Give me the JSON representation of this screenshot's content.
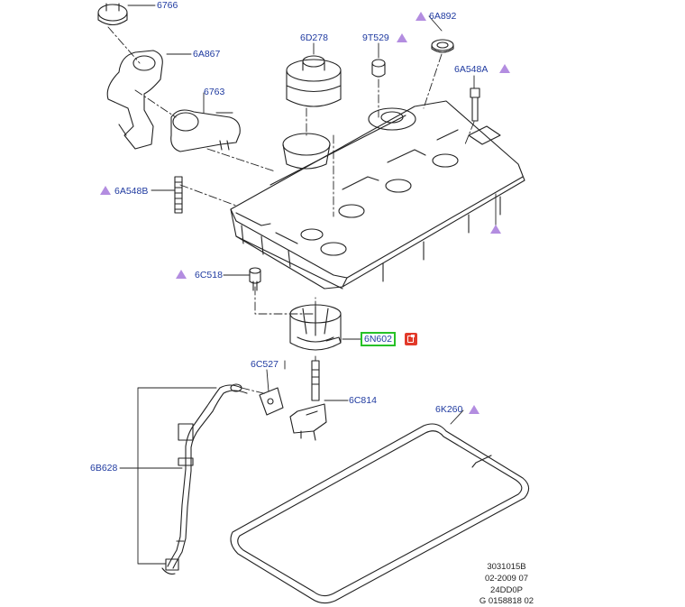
{
  "parts": [
    {
      "id": "p6766",
      "number": "6766"
    },
    {
      "id": "p6A867",
      "number": "6A867"
    },
    {
      "id": "p6D278",
      "number": "6D278"
    },
    {
      "id": "p9T529",
      "number": "9T529"
    },
    {
      "id": "p6A892",
      "number": "6A892"
    },
    {
      "id": "p6A548A",
      "number": "6A548A"
    },
    {
      "id": "p6763",
      "number": "6763"
    },
    {
      "id": "p6A548B",
      "number": "6A548B"
    },
    {
      "id": "p6C518",
      "number": "6C518"
    },
    {
      "id": "p6N602",
      "number": "6N602"
    },
    {
      "id": "p6C527",
      "number": "6C527"
    },
    {
      "id": "p6C814",
      "number": "6C814"
    },
    {
      "id": "p6K260",
      "number": "6K260"
    },
    {
      "id": "p6B628",
      "number": "6B628"
    }
  ],
  "highlight": {
    "part": "6N602",
    "color": "#27c127",
    "badge_color": "#e23a2a"
  },
  "marker_color": "#b38de0",
  "label_color": "#1f3aa0",
  "footer": {
    "line1": "3031015B",
    "line2": "02-2009 07",
    "line3": "24DD0P",
    "line4": "G 0158818 02"
  }
}
